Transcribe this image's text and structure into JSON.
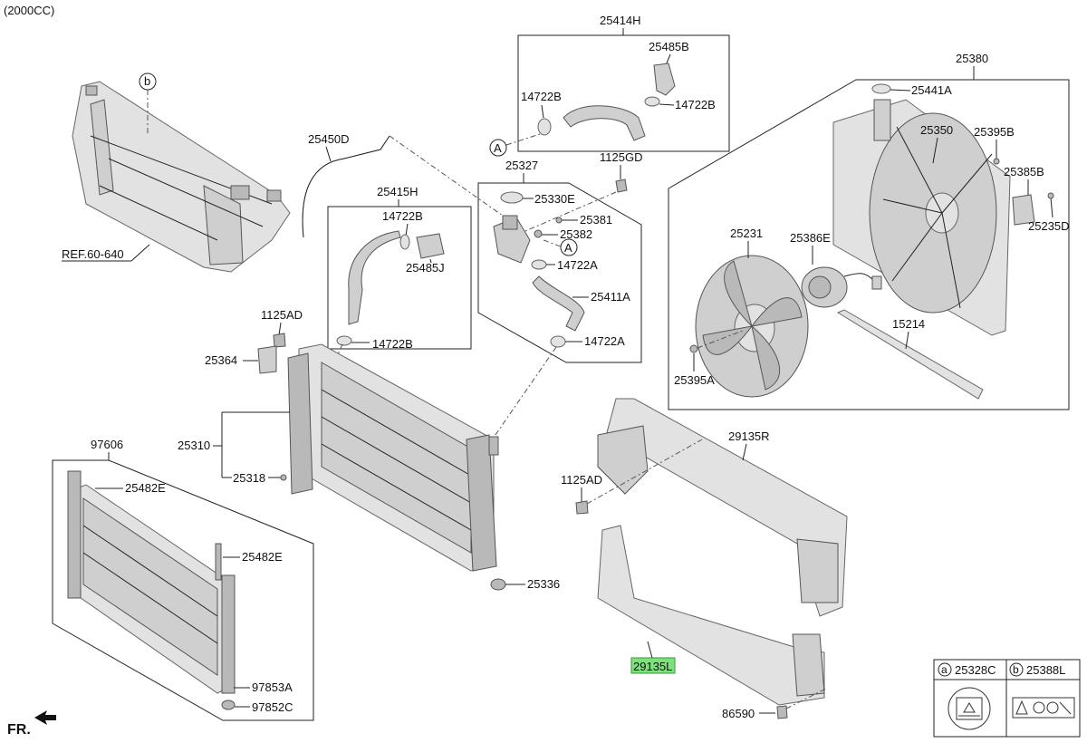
{
  "header": {
    "variant": "(2000CC)"
  },
  "callouts": {
    "c25414H": "25414H",
    "c25485B": "25485B",
    "c14722B_top": "14722B",
    "c14722B_right": "14722B",
    "c25380": "25380",
    "c25441A": "25441A",
    "c25350": "25350",
    "c25395B": "25395B",
    "c25385B": "25385B",
    "c25235D": "25235D",
    "c25231": "25231",
    "c25386E": "25386E",
    "c15214": "15214",
    "c25395A": "25395A",
    "c25450D": "25450D",
    "c25327": "25327",
    "c1125GD": "1125GD",
    "c25330E": "25330E",
    "c25381": "25381",
    "c25382": "25382",
    "c14722A_mid": "14722A",
    "c25411A": "25411A",
    "c14722A_low": "14722A",
    "c25415H": "25415H",
    "c14722B_hose": "14722B",
    "c25485J": "25485J",
    "c14722B_hose_low": "14722B",
    "cREF": "REF.60-640",
    "c1125AD_top": "1125AD",
    "c25364": "25364",
    "c25310": "25310",
    "c25318": "25318",
    "c25336": "25336",
    "c97606": "97606",
    "c25482E_top": "25482E",
    "c25482E_mid": "25482E",
    "c97853A": "97853A",
    "c97852C": "97852C",
    "c29135R": "29135R",
    "c1125AD_mid": "1125AD",
    "c29135L": "29135L",
    "c86590": "86590"
  },
  "markers": {
    "a": "a",
    "b": "b",
    "A": "A"
  },
  "legend": {
    "a_code": "25328C",
    "b_code": "25388L"
  },
  "footer": {
    "front_label": "FR."
  }
}
